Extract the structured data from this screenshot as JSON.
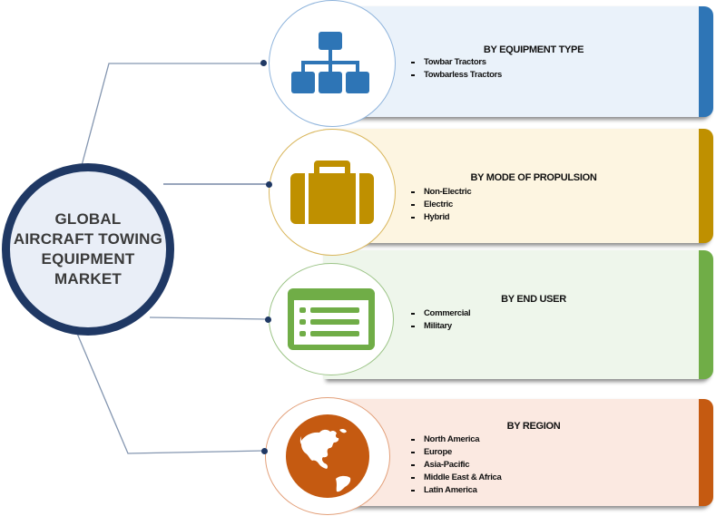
{
  "hub": {
    "title": "GLOBAL\nAIRCRAFT TOWING\nEQUIPMENT\nMARKET",
    "border_color": "#1f3864",
    "fill_color": "#e9eef7"
  },
  "segments": [
    {
      "title": "BY EQUIPMENT TYPE",
      "icon": "hierarchy-icon",
      "accent": "#2e75b6",
      "background": "#eaf2fa",
      "items": [
        "Towbar Tractors",
        "Towbarless Tractors"
      ]
    },
    {
      "title": "BY MODE OF PROPULSION",
      "icon": "briefcase-icon",
      "accent": "#bf9000",
      "background": "#fdf5e1",
      "items": [
        "Non-Electric",
        "Electric",
        "Hybrid"
      ]
    },
    {
      "title": "BY END USER",
      "icon": "list-window-icon",
      "accent": "#70ad47",
      "background": "#eef6eb",
      "items": [
        "Commercial",
        "Military"
      ]
    },
    {
      "title": "BY REGION",
      "icon": "globe-icon",
      "accent": "#c55a11",
      "background": "#fbe9e1",
      "items": [
        "North America",
        "Europe",
        "Asia-Pacific",
        "Middle East & Africa",
        "Latin America"
      ]
    }
  ],
  "connector_color": "#7f8fa9"
}
